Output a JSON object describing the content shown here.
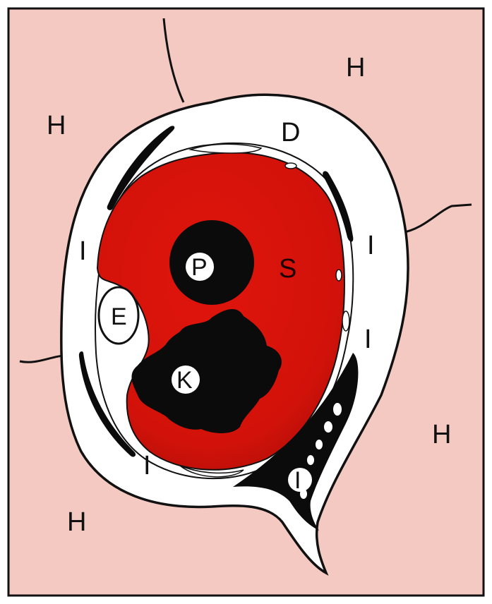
{
  "colors": {
    "tissue": "#f3c9c2",
    "capsule": "#ffffff",
    "outline": "#111111",
    "cell": "#d8120b",
    "dark": "#0b0b0b",
    "frame": "#111111"
  },
  "labels": {
    "H": "H",
    "D": "D",
    "S": "S",
    "I": "I",
    "E": "E",
    "P": "P",
    "K": "K"
  }
}
